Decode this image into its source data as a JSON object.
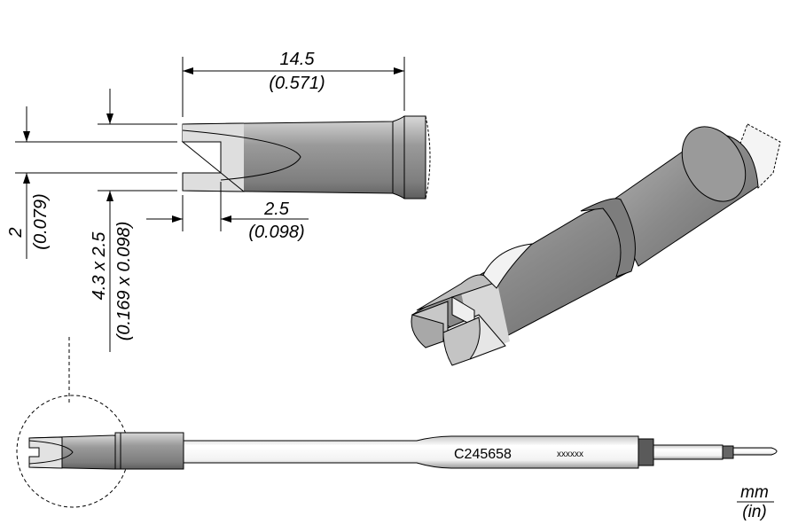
{
  "dimensions": {
    "length": {
      "mm": "14.5",
      "in": "(0.571)"
    },
    "slot_depth": {
      "mm": "2.5",
      "in": "(0.098)"
    },
    "slot_width": {
      "mm": "2",
      "in": "(0.079)"
    },
    "tip_size": {
      "mm": "4.3 x 2.5",
      "in": "(0.169 x 0.098)"
    }
  },
  "part_number": "C245658",
  "batch_code": "xxxxxx",
  "units": {
    "primary": "mm",
    "secondary": "(in)"
  },
  "colors": {
    "body": "#8f8f8f",
    "tinned": "#dcdcdc",
    "band": "#555555"
  }
}
